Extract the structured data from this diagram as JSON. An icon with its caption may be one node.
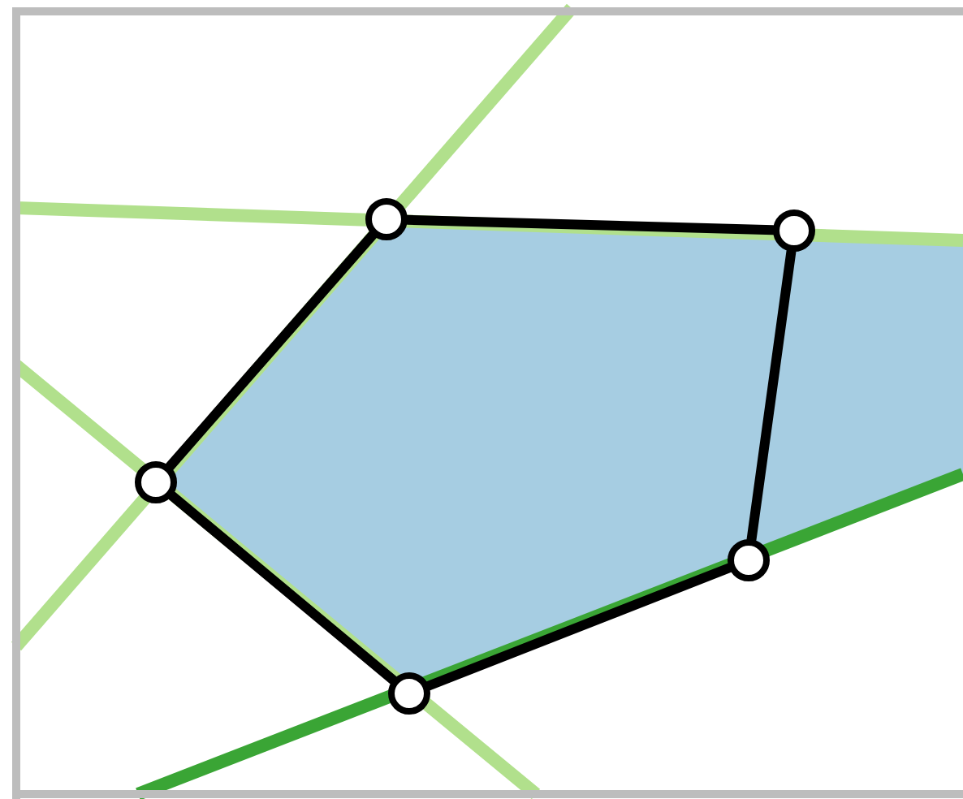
{
  "diagram": {
    "nodes": [
      {
        "text": [],
        "shape": "circle"
      },
      {
        "text": [],
        "shape": "circle"
      },
      {
        "text": [],
        "shape": "circle"
      },
      {
        "text": [],
        "shape": "circle"
      },
      {
        "text": [],
        "shape": "circle"
      }
    ],
    "edges": [
      {
        "from": 0,
        "to": 1,
        "arrow": "none"
      },
      {
        "from": 1,
        "to": 3,
        "arrow": "none"
      },
      {
        "from": 3,
        "to": 4,
        "arrow": "none"
      },
      {
        "from": 4,
        "to": 2,
        "arrow": "none"
      },
      {
        "from": 2,
        "to": 0,
        "arrow": "none"
      }
    ]
  }
}
